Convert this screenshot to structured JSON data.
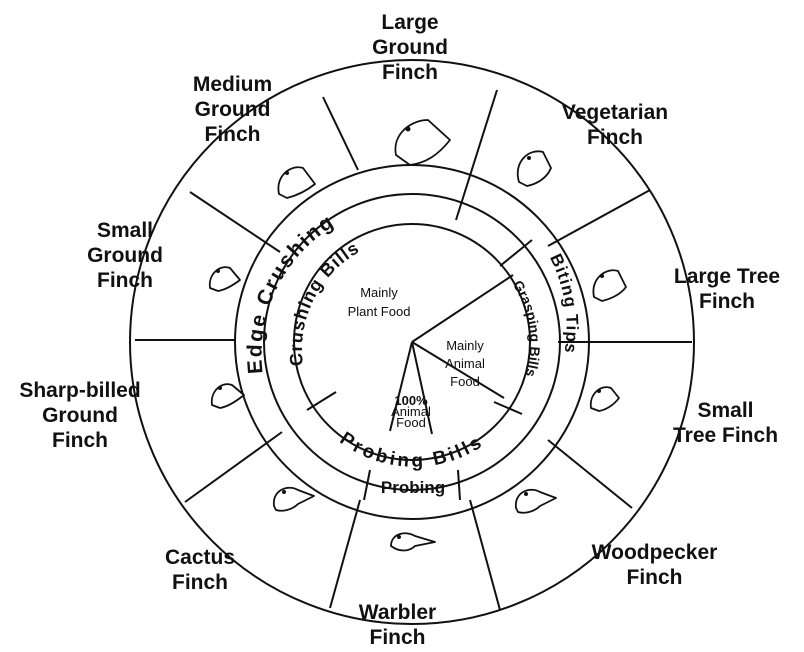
{
  "finches": {
    "large_ground": "Large\nGround\nFinch",
    "vegetarian": "Vegetarian\nFinch",
    "large_tree": "Large Tree\nFinch",
    "small_tree": "Small\nTree Finch",
    "woodpecker": "Woodpecker\nFinch",
    "warbler": "Warbler\nFinch",
    "cactus": "Cactus\nFinch",
    "sharp_billed_ground": "Sharp-billed\nGround\nFinch",
    "small_ground": "Small\nGround\nFinch",
    "medium_ground": "Medium\nGround\nFinch"
  },
  "rings": {
    "edge_crushing": "Edge Crushing",
    "biting_tips": "Biting Tips",
    "crushing_bills": "Crushing Bills",
    "grasping_bills": "Grasping Bills",
    "probing_bills": "Probing Bills",
    "probing": "Probing"
  },
  "center": {
    "plant_line1": "Mainly",
    "plant_line2": "Plant Food",
    "animal_line1": "Mainly",
    "animal_line2": "Animal",
    "animal_line3": "Food",
    "full_animal_line1": "100%",
    "full_animal_line2": "Animal",
    "full_animal_line3": "Food"
  }
}
